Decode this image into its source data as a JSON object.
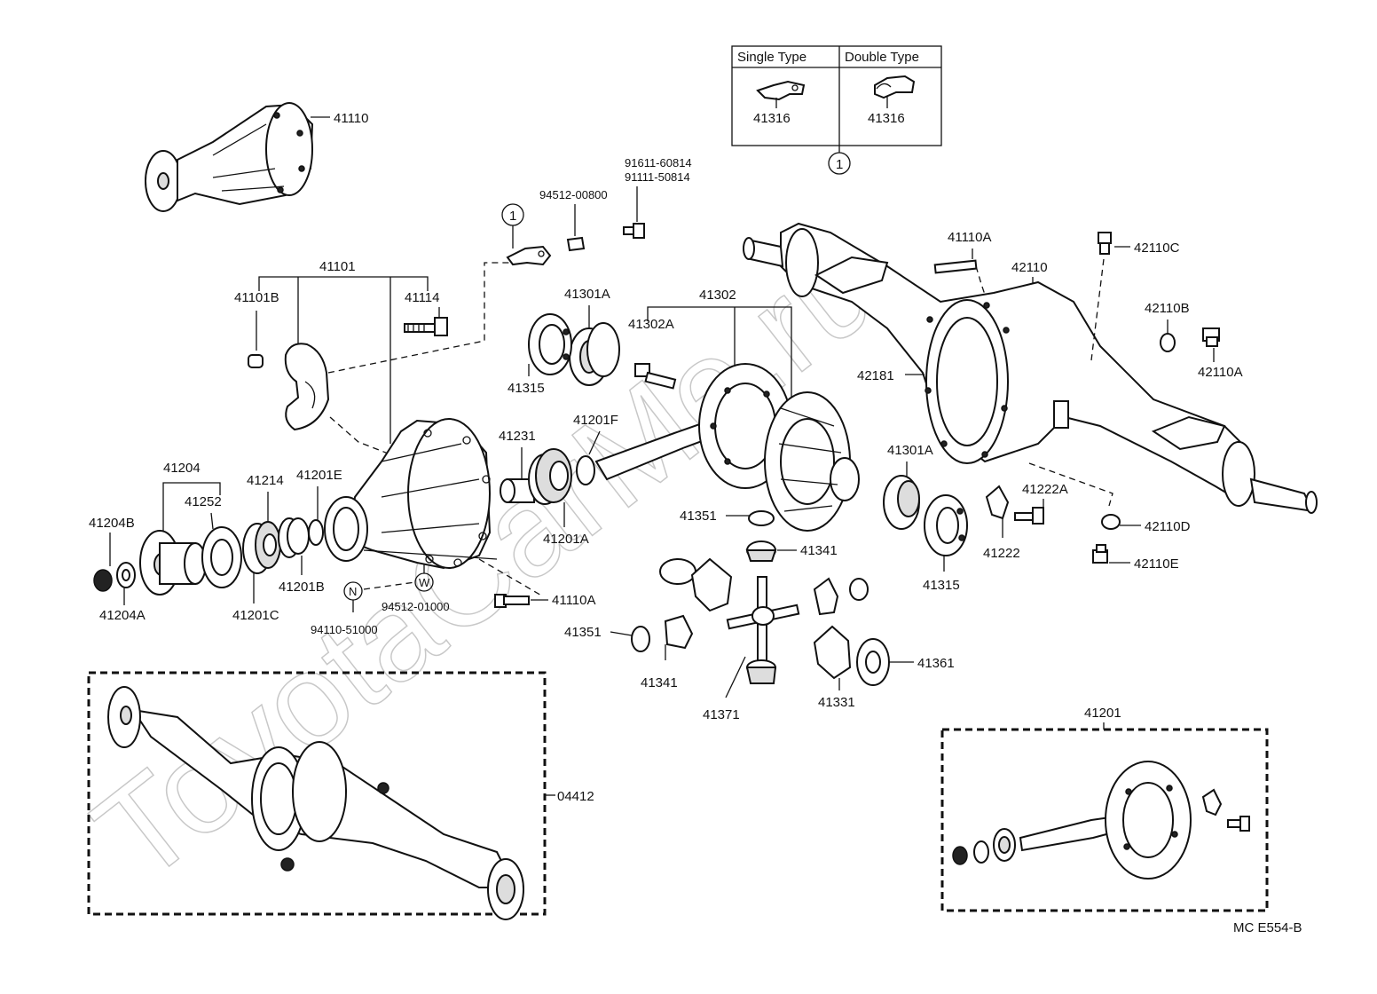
{
  "legend_box": {
    "single_type_label": "Single Type",
    "double_type_label": "Double Type",
    "single_part": "41316",
    "double_part": "41316",
    "ref_marker": "1"
  },
  "watermark": "ToyotaCarMe.ru",
  "drawing_code": "MC  E554-B",
  "labels": {
    "p41110": "41110",
    "p41101": "41101",
    "p41101B": "41101B",
    "p41114": "41114",
    "ref_marker_1": "1",
    "p91611": "91611-60814",
    "p91111": "91111-50814",
    "p94512_00800": "94512-00800",
    "p41301A_top": "41301A",
    "p41315_top": "41315",
    "p41302": "41302",
    "p41302A": "41302A",
    "p41231": "41231",
    "p41201F": "41201F",
    "p41201A": "41201A",
    "p41204": "41204",
    "p41252": "41252",
    "p41214": "41214",
    "p41201E": "41201E",
    "p41204B": "41204B",
    "p41204A": "41204A",
    "p41201C": "41201C",
    "p41201B": "41201B",
    "marker_N": "N",
    "marker_W": "W",
    "p94512_01000": "94512-01000",
    "p94110_51000": "94110-51000",
    "p41110A_bottom": "41110A",
    "p41351_a": "41351",
    "p41351_b": "41351",
    "p41341_a": "41341",
    "p41341_b": "41341",
    "p41371": "41371",
    "p41331": "41331",
    "p41361": "41361",
    "p41301A_right": "41301A",
    "p41315_right": "41315",
    "p41222": "41222",
    "p41222A": "41222A",
    "p41110A_top": "41110A",
    "p42110": "42110",
    "p42110C": "42110C",
    "p42110B": "42110B",
    "p42110A": "42110A",
    "p42181": "42181",
    "p42110D": "42110D",
    "p42110E": "42110E",
    "p04412": "04412",
    "p41201_kit": "41201"
  }
}
